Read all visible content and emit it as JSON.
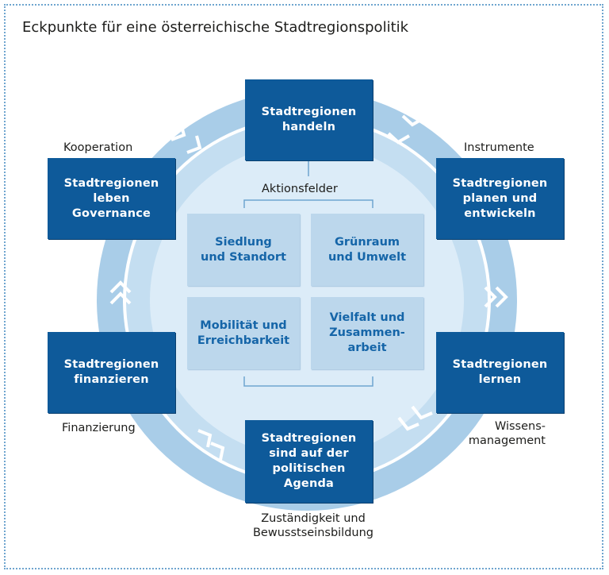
{
  "title": "Eckpunkte für eine österreichische Stadtregionspolitik",
  "center_label": "Aktionsfelder",
  "pillars": {
    "top": "Stadtregionen\nhandeln",
    "top_left": "Stadtregionen\nleben\nGovernance",
    "top_right": "Stadtregionen\nplanen und\nentwickeln",
    "bottom_left": "Stadtregionen\nfinanzieren",
    "bottom_right": "Stadtregionen\nlernen",
    "bottom": "Stadtregionen\nsind auf der\npolitischen\nAgenda"
  },
  "themes": {
    "kooperation": "Kooperation",
    "instrumente": "Instrumente",
    "finanzierung": "Finanzierung",
    "wissensmanagement": "Wissens-\nmanagement",
    "zustaendigkeit": "Zuständigkeit und\nBewusstseinsbildung"
  },
  "fields": {
    "siedlung": "Siedlung\nund Standort",
    "gruenraum": "Grünraum\nund Umwelt",
    "mobilitaet": "Mobilität und\nErreichbarkeit",
    "vielfalt": "Vielfalt und\nZusammen-\narbeit"
  },
  "colors": {
    "dark_blue": "#0e5a9a",
    "ring_outer": "#a9cde8",
    "ring_inner": "#c4def1",
    "center_fill": "#dcecf8",
    "field_fill": "#bcd7ec",
    "field_text": "#1565a8"
  }
}
